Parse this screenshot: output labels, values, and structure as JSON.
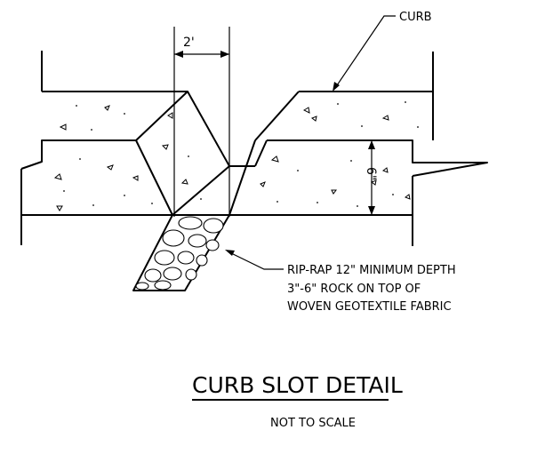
{
  "labels": {
    "curb": "CURB",
    "width_dim": "2'",
    "depth_dim": "6\"",
    "riprap_line1": "RIP-RAP 12\" MINIMUM DEPTH",
    "riprap_line2": "3\"-6\" ROCK ON TOP OF",
    "riprap_line3": "WOVEN GEOTEXTILE FABRIC"
  },
  "title": {
    "main": "CURB SLOT DETAIL",
    "scale_note": "NOT TO SCALE"
  }
}
